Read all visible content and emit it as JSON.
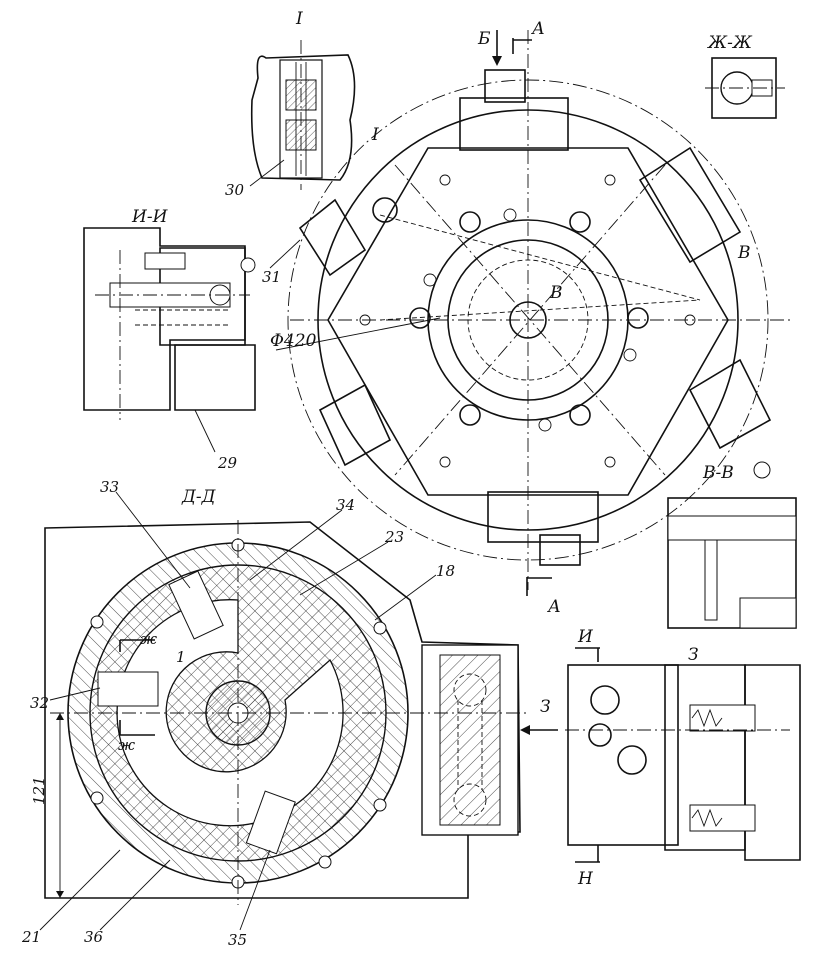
{
  "section_labels": {
    "detail_I": "I",
    "view_I_marker": "I",
    "section_II": "И-И",
    "section_ZhZh": "Ж-Ж",
    "section_DD": "Д-Д",
    "section_VV": "В-В",
    "view_Z": "З",
    "arrow_B_top": "Б",
    "arrow_A_top": "А",
    "arrow_A_bottom": "А",
    "arrow_V_right": "В",
    "arrow_V_center": "В",
    "arrow_Zh_top": "ж",
    "arrow_Zh_bottom": "ж",
    "arrow_Z_main": "З",
    "arrow_I_top": "И",
    "arrow_I_bottom": "Н"
  },
  "dimensions": {
    "diameter": "Φ420",
    "height": "121"
  },
  "part_numbers": {
    "p30": "30",
    "p31": "31",
    "p29": "29",
    "p33": "33",
    "p34": "34",
    "p23": "23",
    "p18": "18",
    "p32": "32",
    "p21": "21",
    "p36": "36",
    "p35": "35",
    "p1": "1"
  }
}
